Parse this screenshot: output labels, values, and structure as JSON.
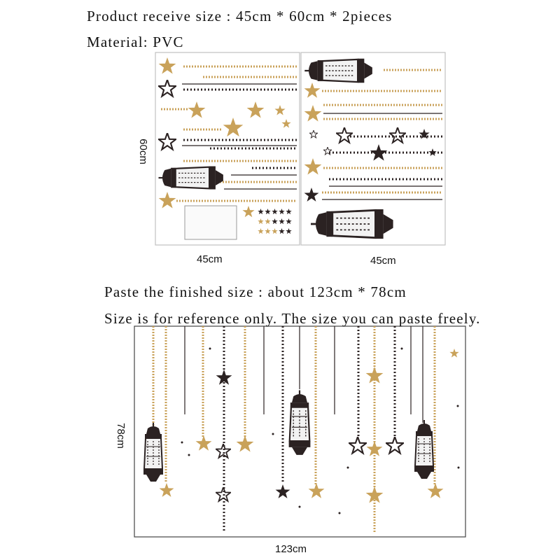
{
  "header": {
    "size_text": "Product receive size : 45cm * 60cm * 2pieces",
    "material_text": "Material: PVC"
  },
  "sheets": {
    "height_label": "60cm",
    "left_width_label": "45cm",
    "right_width_label": "45cm",
    "colors": {
      "gold": "#c9a25a",
      "dark": "#2b2222",
      "border": "#b8b8b8"
    }
  },
  "finished": {
    "size_text": "Paste the finished size : about 123cm * 78cm",
    "note_text": "Size is for reference only. The size you can paste freely.",
    "height_label": "78cm",
    "width_label": "123cm"
  }
}
